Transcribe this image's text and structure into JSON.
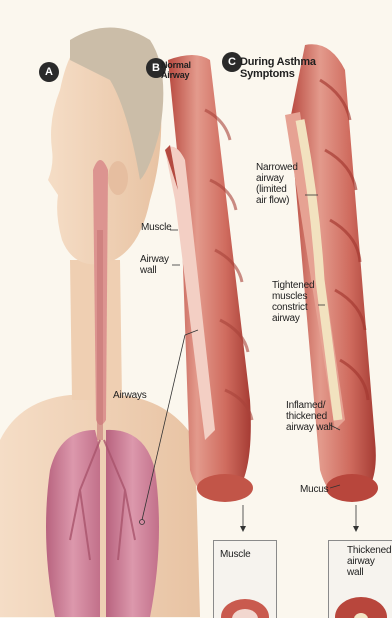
{
  "panels": {
    "a": {
      "letter": "A"
    },
    "b": {
      "letter": "B",
      "title": "Normal\nAirway"
    },
    "c": {
      "letter": "C",
      "title": "During Asthma\nSymptoms"
    }
  },
  "labels": {
    "airways": "Airways",
    "muscle": "Muscle",
    "airway_wall": "Airway\nwall",
    "narrowed_airway": "Narrowed\nairway\n(limited\nair flow)",
    "tightened_muscles": "Tightened\nmuscles\nconstrict\nairway",
    "inflamed_wall": "Inflamed/\nthickened\nairway wall",
    "mucus": "Mucus",
    "inset_muscle": "Muscle",
    "inset_thickened": "Thickened\nairway wall"
  },
  "colors": {
    "background": "#fbf7ee",
    "skin": "#f0d3b8",
    "hair": "#c9bba6",
    "lung": "#d28aa0",
    "airway_red": "#c95a4e",
    "airway_inner": "#e8a49a",
    "mucus": "#f3e6c6"
  }
}
